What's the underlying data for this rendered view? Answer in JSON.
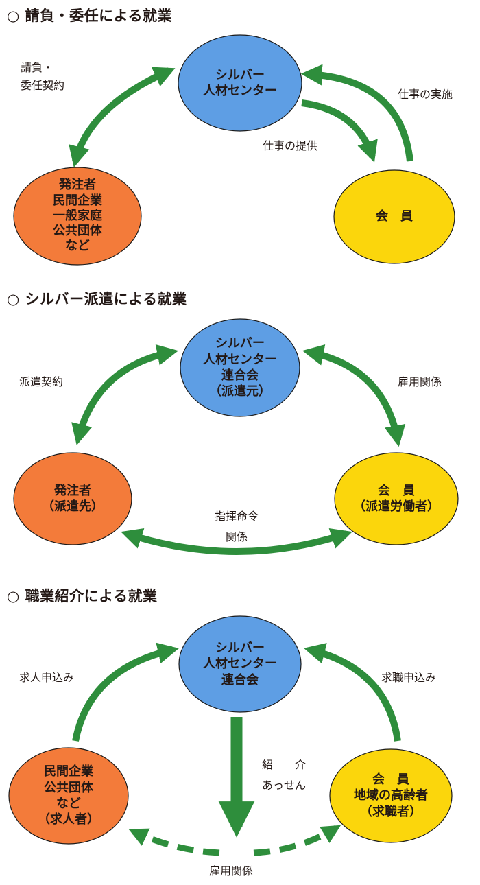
{
  "colors": {
    "blue": "#5e9ee4",
    "orange": "#f37b3a",
    "yellow": "#fbd60c",
    "green": "#2e8e3c",
    "outline": "#1a1a1a"
  },
  "section1": {
    "title": "○ 請負・委任による就業",
    "center_node": {
      "lines": [
        "シルバー",
        "人材センター"
      ]
    },
    "left_node": {
      "lines": [
        "発注者",
        "民間企業",
        "一般家庭",
        "公共団体",
        "など"
      ]
    },
    "right_node": {
      "lines": [
        "会　員"
      ]
    },
    "label_contract": [
      "請負・",
      "委任契約"
    ],
    "label_provide": "仕事の提供",
    "label_perform": "仕事の実施"
  },
  "section2": {
    "title": "○ シルバー派遣による就業",
    "center_node": {
      "lines": [
        "シルバー",
        "人材センター",
        "連合会",
        "（派遣元）"
      ]
    },
    "left_node": {
      "lines": [
        "発注者",
        "（派遣先）"
      ]
    },
    "right_node": {
      "lines": [
        "会　員",
        "（派遣労働者）"
      ]
    },
    "label_contract": "派遣契約",
    "label_employment": "雇用関係",
    "label_command": [
      "指揮命令",
      "関係"
    ]
  },
  "section3": {
    "title": "○ 職業紹介による就業",
    "center_node": {
      "lines": [
        "シルバー",
        "人材センター",
        "連合会"
      ]
    },
    "left_node": {
      "lines": [
        "民間企業",
        "公共団体",
        "など",
        "（求人者）"
      ]
    },
    "right_node": {
      "lines": [
        "会　員",
        "地域の高齢者",
        "（求職者）"
      ]
    },
    "label_job_offer": "求人申込み",
    "label_job_seek": "求職申込み",
    "label_mediation": [
      "紹　　介",
      "あっせん"
    ],
    "label_employment": "雇用関係"
  }
}
